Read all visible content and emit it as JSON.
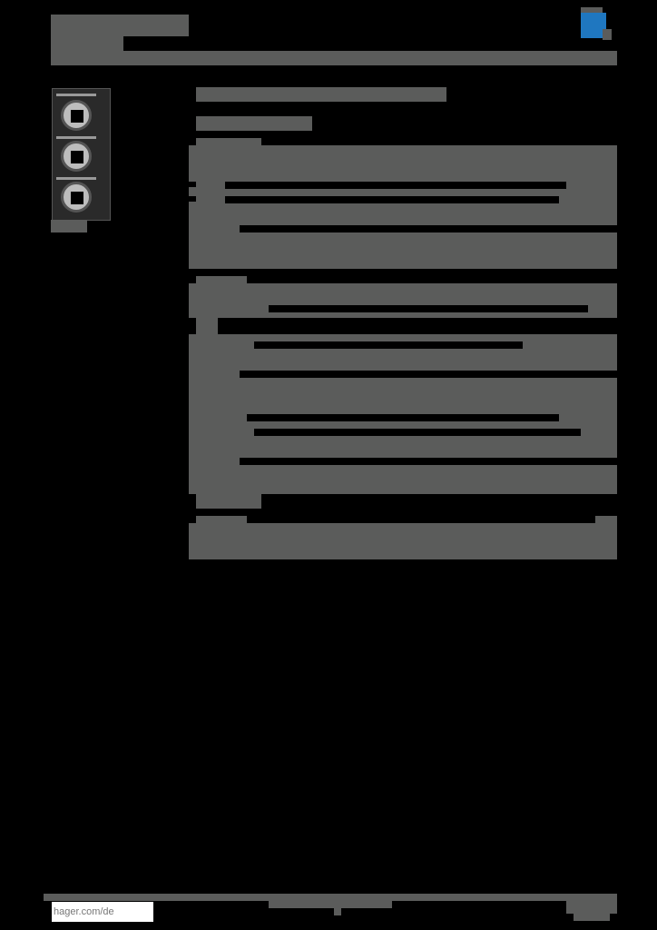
{
  "header": {
    "title_block": "",
    "logo": "hager-logo",
    "brand_color": "#1f77c0"
  },
  "product": {
    "image": "triple-socket-frame-image",
    "caption": ""
  },
  "footer": {
    "url": "hager.com/de"
  },
  "colors": {
    "background": "#000000",
    "text_block": "#5b5c5b",
    "accent": "#1f77c0"
  }
}
